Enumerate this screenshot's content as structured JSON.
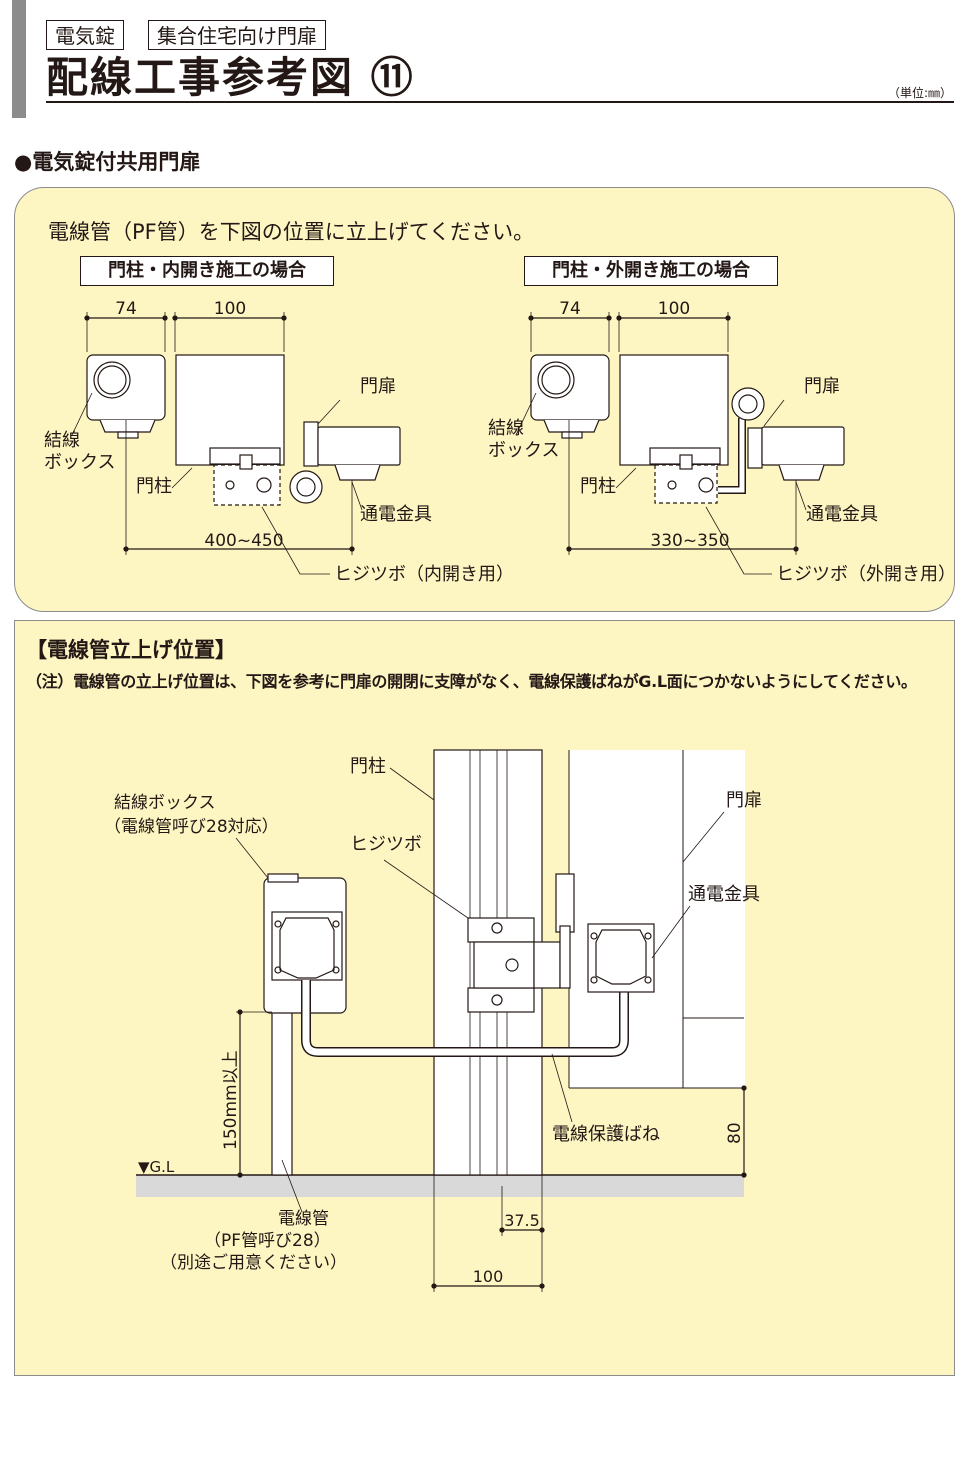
{
  "header": {
    "tags": [
      "電気錠",
      "集合住宅向け門扉"
    ],
    "title": "配線工事参考図 ⑪",
    "unit": "（単位:㎜）"
  },
  "section1": {
    "heading": "●電気錠付共用門扉",
    "intro": "電線管（PF管）を下図の位置に立上げてください。",
    "cases": [
      {
        "label": "門柱・内開き施工の場合",
        "dims": {
          "box_width": "74",
          "post_width": "100",
          "span": "400~450"
        },
        "labels": {
          "box": "結線\nボックス",
          "post": "門柱",
          "gate": "門扉",
          "fitting": "通電金具",
          "hinge": "ヒジツボ（内開き用）"
        }
      },
      {
        "label": "門柱・外開き施工の場合",
        "dims": {
          "box_width": "74",
          "post_width": "100",
          "span": "330~350"
        },
        "labels": {
          "box": "結線\nボックス",
          "post": "門柱",
          "gate": "門扉",
          "fitting": "通電金具",
          "hinge": "ヒジツボ（外開き用）"
        }
      }
    ]
  },
  "section2": {
    "heading": "【電線管立上げ位置】",
    "note": "（注）電線管の立上げ位置は、下図を参考に門扉の開閉に支障がなく、電線保護ばねがG.L面につかないようにしてください。",
    "labels": {
      "post": "門柱",
      "gate": "門扉",
      "box_line1": "結線ボックス",
      "box_line2": "（電線管呼び28対応）",
      "hinge": "ヒジツボ",
      "fitting": "通電金具",
      "spring": "電線保護ばね",
      "gl": "▼G.L",
      "conduit_line1": "電線管",
      "conduit_line2": "（PF管呼び28）",
      "conduit_line3": "（別途ご用意ください）"
    },
    "dims": {
      "height": "150mm以上",
      "clearance": "80",
      "offset": "37.5",
      "post_width": "100"
    }
  }
}
